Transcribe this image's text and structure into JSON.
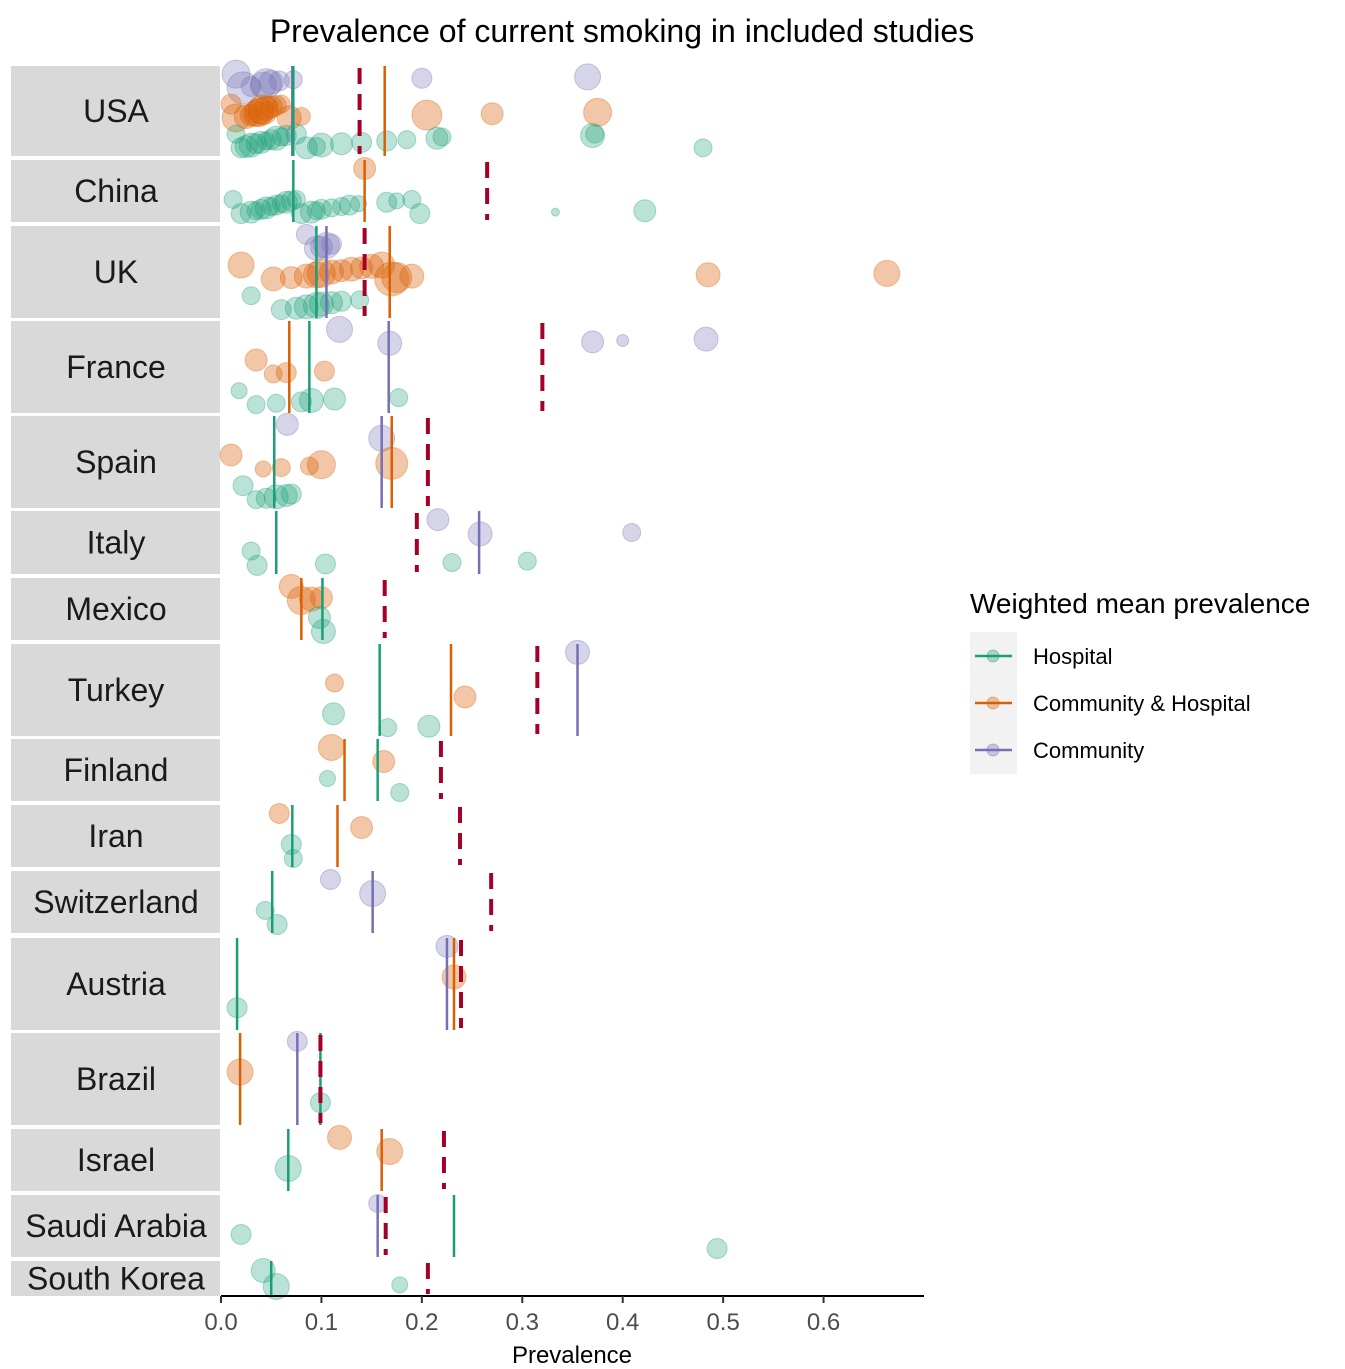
{
  "chart_data": {
    "type": "scatter",
    "title": "Prevalence of current smoking in included studies",
    "xlabel": "Prevalence",
    "ylabel": "",
    "xlim": [
      0,
      0.7
    ],
    "x_ticks": [
      0.0,
      0.1,
      0.2,
      0.3,
      0.4,
      0.5,
      0.6
    ],
    "x_tick_labels": [
      "0.0",
      "0.1",
      "0.2",
      "0.3",
      "0.4",
      "0.5",
      "0.6"
    ],
    "grid": false,
    "legend": {
      "title": "Weighted mean prevalence",
      "position": "right",
      "entries": [
        "Hospital",
        "Community & Hospital",
        "Community"
      ]
    },
    "colors": {
      "Hospital": "#1b9e77",
      "Community & Hospital": "#d95f02",
      "Community": "#7570b3",
      "overall_mean": "#a50026",
      "strip_bg": "#d9d9d9"
    },
    "series_order": [
      "Community",
      "Community & Hospital",
      "Hospital"
    ],
    "countries": [
      {
        "name": "USA",
        "overall_mean": 0.138,
        "means": {
          "Hospital": 0.072,
          "Community & Hospital": 0.163,
          "Community": 0.071
        },
        "points": {
          "Community": [
            [
              0.015,
              14
            ],
            [
              0.022,
              16
            ],
            [
              0.03,
              10
            ],
            [
              0.042,
              13
            ],
            [
              0.045,
              15
            ],
            [
              0.05,
              12
            ],
            [
              0.058,
              10
            ],
            [
              0.072,
              9
            ],
            [
              0.2,
              10
            ],
            [
              0.365,
              13
            ]
          ],
          "Community & Hospital": [
            [
              0.01,
              10
            ],
            [
              0.015,
              14
            ],
            [
              0.025,
              12
            ],
            [
              0.03,
              11
            ],
            [
              0.035,
              13
            ],
            [
              0.038,
              14
            ],
            [
              0.04,
              13
            ],
            [
              0.042,
              15
            ],
            [
              0.045,
              12
            ],
            [
              0.05,
              11
            ],
            [
              0.055,
              10
            ],
            [
              0.06,
              9
            ],
            [
              0.068,
              12
            ],
            [
              0.08,
              9
            ],
            [
              0.205,
              15
            ],
            [
              0.27,
              11
            ],
            [
              0.375,
              14
            ]
          ],
          "Hospital": [
            [
              0.015,
              9
            ],
            [
              0.02,
              10
            ],
            [
              0.025,
              11
            ],
            [
              0.03,
              12
            ],
            [
              0.035,
              10
            ],
            [
              0.04,
              11
            ],
            [
              0.045,
              9
            ],
            [
              0.05,
              10
            ],
            [
              0.055,
              12
            ],
            [
              0.06,
              9
            ],
            [
              0.065,
              10
            ],
            [
              0.075,
              10
            ],
            [
              0.085,
              11
            ],
            [
              0.095,
              9
            ],
            [
              0.1,
              12
            ],
            [
              0.12,
              11
            ],
            [
              0.14,
              10
            ],
            [
              0.165,
              10
            ],
            [
              0.185,
              9
            ],
            [
              0.215,
              11
            ],
            [
              0.22,
              9
            ],
            [
              0.37,
              12
            ],
            [
              0.372,
              9
            ],
            [
              0.48,
              9
            ]
          ]
        }
      },
      {
        "name": "China",
        "overall_mean": 0.265,
        "means": {
          "Hospital": 0.072,
          "Community & Hospital": 0.143
        },
        "points": {
          "Community & Hospital": [
            [
              0.143,
              11
            ]
          ],
          "Hospital": [
            [
              0.012,
              9
            ],
            [
              0.02,
              10
            ],
            [
              0.03,
              11
            ],
            [
              0.035,
              9
            ],
            [
              0.04,
              10
            ],
            [
              0.045,
              11
            ],
            [
              0.05,
              9
            ],
            [
              0.055,
              10
            ],
            [
              0.06,
              9
            ],
            [
              0.065,
              11
            ],
            [
              0.07,
              10
            ],
            [
              0.075,
              9
            ],
            [
              0.08,
              10
            ],
            [
              0.09,
              11
            ],
            [
              0.095,
              9
            ],
            [
              0.1,
              10
            ],
            [
              0.11,
              9
            ],
            [
              0.12,
              9
            ],
            [
              0.128,
              10
            ],
            [
              0.137,
              8
            ],
            [
              0.165,
              10
            ],
            [
              0.175,
              8
            ],
            [
              0.19,
              9
            ],
            [
              0.198,
              10
            ],
            [
              0.333,
              4
            ],
            [
              0.422,
              11
            ]
          ]
        }
      },
      {
        "name": "UK",
        "overall_mean": 0.143,
        "means": {
          "Hospital": 0.095,
          "Community & Hospital": 0.168,
          "Community": 0.105
        },
        "points": {
          "Community": [
            [
              0.085,
              10
            ],
            [
              0.095,
              12
            ],
            [
              0.1,
              11
            ],
            [
              0.105,
              13
            ],
            [
              0.11,
              10
            ]
          ],
          "Community & Hospital": [
            [
              0.02,
              13
            ],
            [
              0.052,
              12
            ],
            [
              0.07,
              11
            ],
            [
              0.085,
              12
            ],
            [
              0.095,
              13
            ],
            [
              0.1,
              14
            ],
            [
              0.11,
              12
            ],
            [
              0.12,
              11
            ],
            [
              0.13,
              12
            ],
            [
              0.14,
              11
            ],
            [
              0.15,
              12
            ],
            [
              0.16,
              13
            ],
            [
              0.17,
              17
            ],
            [
              0.175,
              15
            ],
            [
              0.19,
              12
            ],
            [
              0.485,
              12
            ],
            [
              0.663,
              13
            ]
          ],
          "Hospital": [
            [
              0.03,
              9
            ],
            [
              0.06,
              10
            ],
            [
              0.075,
              11
            ],
            [
              0.085,
              12
            ],
            [
              0.095,
              13
            ],
            [
              0.1,
              12
            ],
            [
              0.11,
              11
            ],
            [
              0.12,
              10
            ],
            [
              0.138,
              9
            ]
          ]
        }
      },
      {
        "name": "France",
        "overall_mean": 0.32,
        "means": {
          "Hospital": 0.088,
          "Community & Hospital": 0.068,
          "Community": 0.167
        },
        "points": {
          "Community": [
            [
              0.118,
              13
            ],
            [
              0.168,
              12
            ],
            [
              0.37,
              11
            ],
            [
              0.4,
              6
            ],
            [
              0.483,
              12
            ]
          ],
          "Community & Hospital": [
            [
              0.035,
              11
            ],
            [
              0.052,
              9
            ],
            [
              0.065,
              10
            ],
            [
              0.103,
              10
            ]
          ],
          "Hospital": [
            [
              0.018,
              8
            ],
            [
              0.035,
              9
            ],
            [
              0.055,
              9
            ],
            [
              0.08,
              10
            ],
            [
              0.09,
              12
            ],
            [
              0.113,
              11
            ],
            [
              0.177,
              9
            ]
          ]
        }
      },
      {
        "name": "Spain",
        "overall_mean": 0.206,
        "means": {
          "Hospital": 0.053,
          "Community & Hospital": 0.17,
          "Community": 0.16
        },
        "points": {
          "Community": [
            [
              0.066,
              11
            ],
            [
              0.16,
              13
            ]
          ],
          "Community & Hospital": [
            [
              0.01,
              11
            ],
            [
              0.042,
              8
            ],
            [
              0.06,
              9
            ],
            [
              0.088,
              9
            ],
            [
              0.1,
              14
            ],
            [
              0.17,
              16
            ]
          ],
          "Hospital": [
            [
              0.022,
              10
            ],
            [
              0.035,
              9
            ],
            [
              0.045,
              10
            ],
            [
              0.055,
              12
            ],
            [
              0.065,
              11
            ],
            [
              0.07,
              10
            ]
          ]
        }
      },
      {
        "name": "Italy",
        "overall_mean": 0.195,
        "means": {
          "Hospital": 0.055,
          "Community": 0.257
        },
        "points": {
          "Community": [
            [
              0.216,
              11
            ],
            [
              0.258,
              12
            ],
            [
              0.409,
              9
            ]
          ],
          "Hospital": [
            [
              0.03,
              9
            ],
            [
              0.036,
              10
            ],
            [
              0.104,
              10
            ],
            [
              0.23,
              9
            ],
            [
              0.305,
              9
            ]
          ]
        }
      },
      {
        "name": "Mexico",
        "overall_mean": 0.163,
        "means": {
          "Hospital": 0.101,
          "Community & Hospital": 0.08
        },
        "points": {
          "Community & Hospital": [
            [
              0.07,
              12
            ],
            [
              0.08,
              14
            ],
            [
              0.09,
              12
            ],
            [
              0.1,
              11
            ]
          ],
          "Hospital": [
            [
              0.098,
              11
            ],
            [
              0.102,
              12
            ]
          ]
        }
      },
      {
        "name": "Turkey",
        "overall_mean": 0.315,
        "means": {
          "Hospital": 0.158,
          "Community & Hospital": 0.229,
          "Community": 0.355
        },
        "points": {
          "Community": [
            [
              0.355,
              12
            ]
          ],
          "Community & Hospital": [
            [
              0.113,
              9
            ],
            [
              0.243,
              11
            ]
          ],
          "Hospital": [
            [
              0.112,
              11
            ],
            [
              0.166,
              9
            ],
            [
              0.207,
              11
            ]
          ]
        }
      },
      {
        "name": "Finland",
        "overall_mean": 0.219,
        "means": {
          "Hospital": 0.156,
          "Community & Hospital": 0.123
        },
        "points": {
          "Community & Hospital": [
            [
              0.11,
              13
            ],
            [
              0.162,
              11
            ]
          ],
          "Hospital": [
            [
              0.106,
              8
            ],
            [
              0.178,
              9
            ]
          ]
        }
      },
      {
        "name": "Iran",
        "overall_mean": 0.238,
        "means": {
          "Hospital": 0.071,
          "Community & Hospital": 0.116
        },
        "points": {
          "Community & Hospital": [
            [
              0.058,
              10
            ],
            [
              0.14,
              11
            ]
          ],
          "Hospital": [
            [
              0.07,
              10
            ],
            [
              0.072,
              9
            ]
          ]
        }
      },
      {
        "name": "Switzerland",
        "overall_mean": 0.269,
        "means": {
          "Hospital": 0.051,
          "Community": 0.151
        },
        "points": {
          "Community": [
            [
              0.109,
              10
            ],
            [
              0.151,
              13
            ]
          ],
          "Hospital": [
            [
              0.044,
              9
            ],
            [
              0.056,
              10
            ]
          ]
        }
      },
      {
        "name": "Austria",
        "overall_mean": 0.239,
        "means": {
          "Hospital": 0.016,
          "Community & Hospital": 0.232,
          "Community": 0.225
        },
        "points": {
          "Community": [
            [
              0.225,
              11
            ]
          ],
          "Community & Hospital": [
            [
              0.232,
              12
            ]
          ],
          "Hospital": [
            [
              0.016,
              10
            ]
          ]
        }
      },
      {
        "name": "Brazil",
        "overall_mean": 0.099,
        "means": {
          "Hospital": 0.099,
          "Community & Hospital": 0.019,
          "Community": 0.076
        },
        "points": {
          "Community": [
            [
              0.076,
              10
            ]
          ],
          "Community & Hospital": [
            [
              0.019,
              13
            ]
          ],
          "Hospital": [
            [
              0.099,
              10
            ]
          ]
        }
      },
      {
        "name": "Israel",
        "overall_mean": 0.222,
        "means": {
          "Hospital": 0.067,
          "Community & Hospital": 0.16
        },
        "points": {
          "Community & Hospital": [
            [
              0.118,
              12
            ],
            [
              0.168,
              13
            ]
          ],
          "Hospital": [
            [
              0.067,
              13
            ]
          ]
        }
      },
      {
        "name": "Saudi Arabia",
        "overall_mean": 0.164,
        "means": {
          "Hospital": 0.232,
          "Community": 0.156
        },
        "points": {
          "Community": [
            [
              0.156,
              9
            ]
          ],
          "Hospital": [
            [
              0.02,
              10
            ],
            [
              0.494,
              10
            ]
          ]
        }
      },
      {
        "name": "South Korea",
        "overall_mean": 0.206,
        "means": {
          "Hospital": 0.05
        },
        "points": {
          "Hospital": [
            [
              0.042,
              12
            ],
            [
              0.055,
              13
            ],
            [
              0.178,
              8
            ]
          ]
        }
      }
    ]
  }
}
